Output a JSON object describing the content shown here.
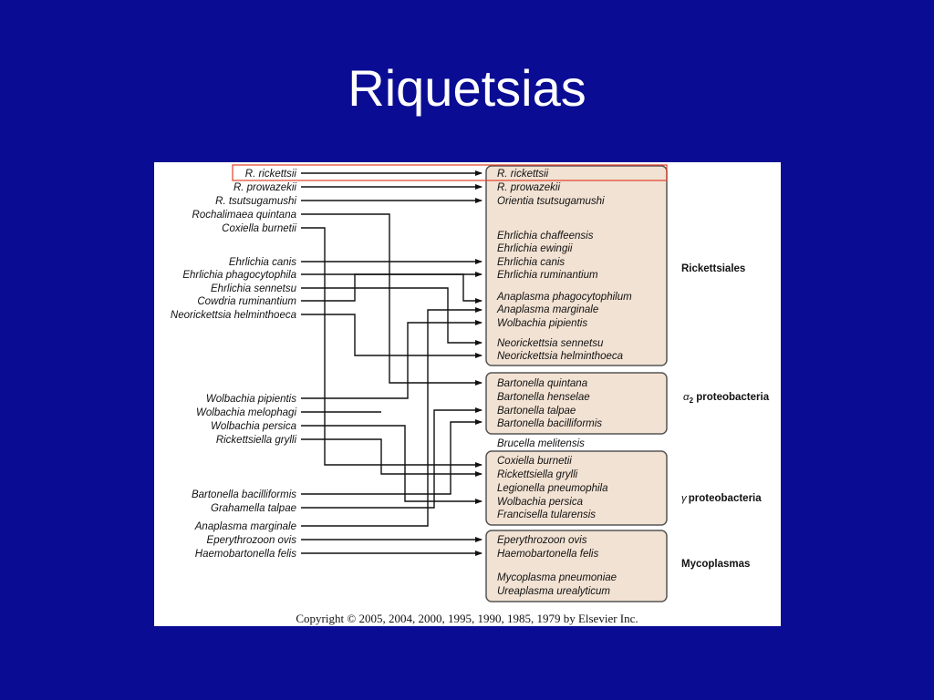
{
  "title": "Riquetsias",
  "copyright": "Copyright © 2005, 2004, 2000, 1995, 1990, 1985, 1979 by Elsevier Inc.",
  "old_names": [
    "R. rickettsii",
    "R. prowazekii",
    "R. tsutsugamushi",
    "Rochalimaea quintana",
    "Coxiella burnetii",
    "Ehrlichia canis",
    "Ehrlichia phagocytophila",
    "Ehrlichia sennetsu",
    "Cowdria ruminantium",
    "Neorickettsia helminthoeca",
    "Wolbachia pipientis",
    "Wolbachia melophagi",
    "Wolbachia persica",
    "Rickettsiella grylli",
    "Bartonella bacilliformis",
    "Grahamella talpae",
    "Anaplasma marginale",
    "Eperythrozoon ovis",
    "Haemobartonella felis"
  ],
  "new_names": [
    "R. rickettsii",
    "R. prowazekii",
    "Orientia tsutsugamushi",
    "Ehrlichia chaffeensis",
    "Ehrlichia ewingii",
    "Ehrlichia canis",
    "Ehrlichia ruminantium",
    "Anaplasma phagocytophilum",
    "Anaplasma marginale",
    "Wolbachia pipientis",
    "Neorickettsia sennetsu",
    "Neorickettsia helminthoeca",
    "Bartonella quintana",
    "Bartonella henselae",
    "Bartonella talpae",
    "Bartonella bacilliformis",
    "Brucella melitensis",
    "Coxiella burnetii",
    "Rickettsiella grylli",
    "Legionella pneumophila",
    "Wolbachia persica",
    "Francisella tularensis",
    "Eperythrozoon ovis",
    "Haemobartonella felis",
    "Mycoplasma pneumoniae",
    "Ureaplasma urealyticum"
  ],
  "groups": {
    "rickettsiales": "Rickettsiales",
    "alpha_symbol": "α",
    "alpha_sub": "2",
    "alpha_text": " proteobacteria",
    "gamma_symbol": "γ",
    "gamma_text": "proteobacteria",
    "mycoplasmas": "Mycoplasmas"
  },
  "colors": {
    "background": "#0a0d93",
    "box_fill": "#f2e2d3",
    "highlight": "#e0402a"
  }
}
